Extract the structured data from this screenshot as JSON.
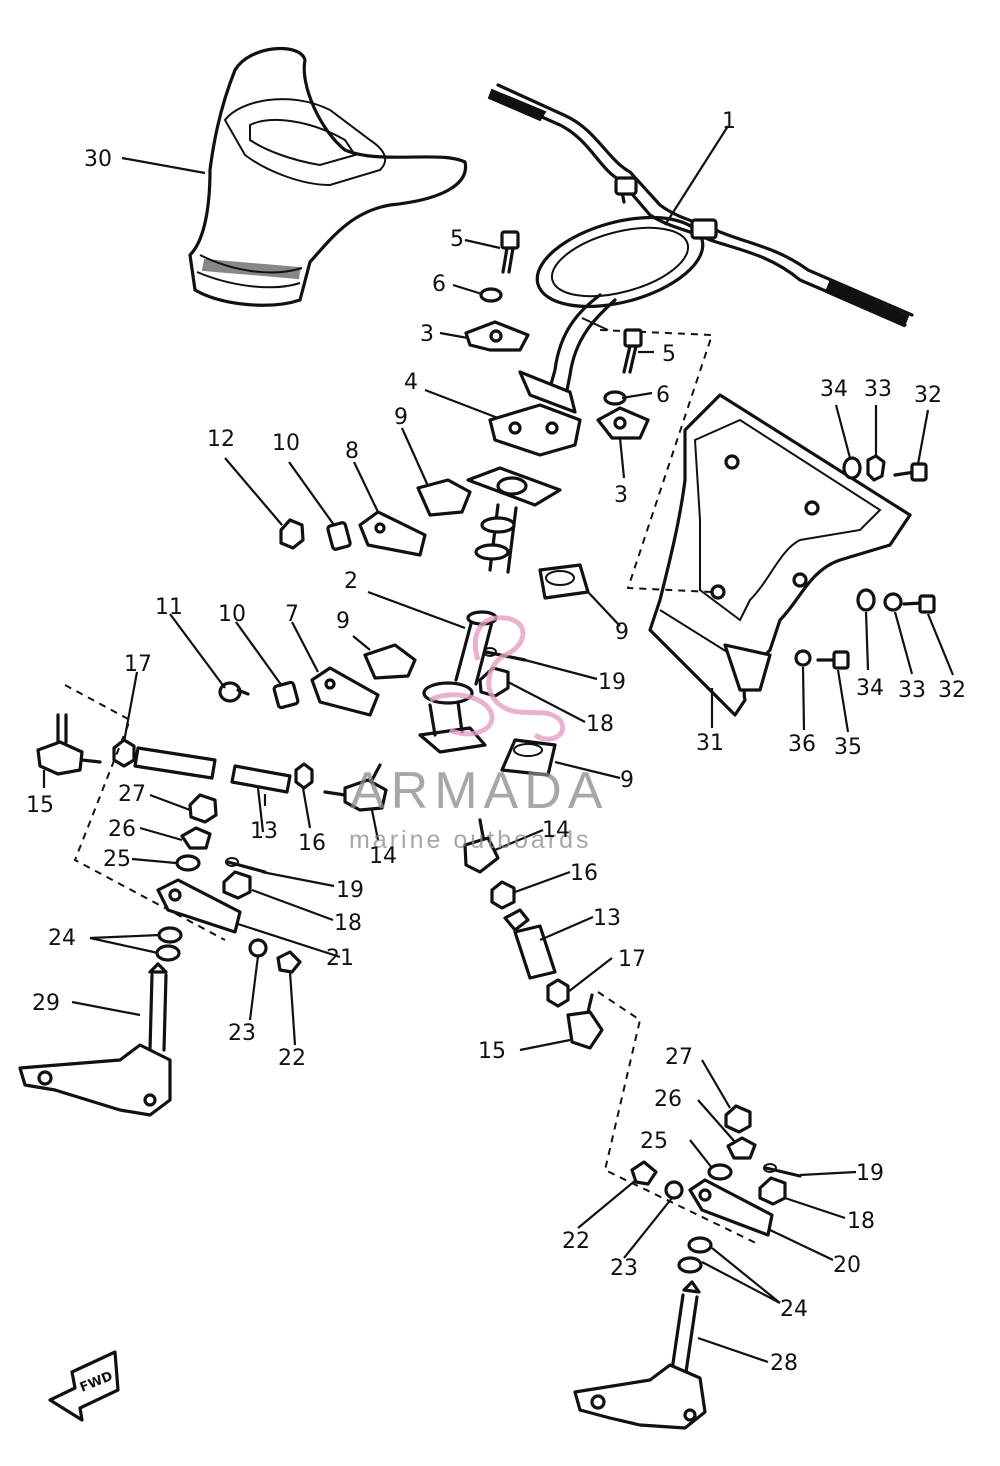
{
  "diagram": {
    "callouts": [
      "1",
      "2",
      "3",
      "4",
      "5",
      "6",
      "7",
      "8",
      "9",
      "10",
      "11",
      "12",
      "13",
      "14",
      "15",
      "16",
      "17",
      "18",
      "19",
      "20",
      "21",
      "22",
      "23",
      "24",
      "25",
      "26",
      "27",
      "28",
      "29",
      "30",
      "31",
      "32",
      "33",
      "34",
      "35",
      "36"
    ],
    "fwd_arrow": "FWD"
  },
  "watermark": {
    "brand": "ARMADA",
    "tagline": "marine outboards",
    "color": "#8a8a8a",
    "logo_color": "#e3a0c4"
  }
}
